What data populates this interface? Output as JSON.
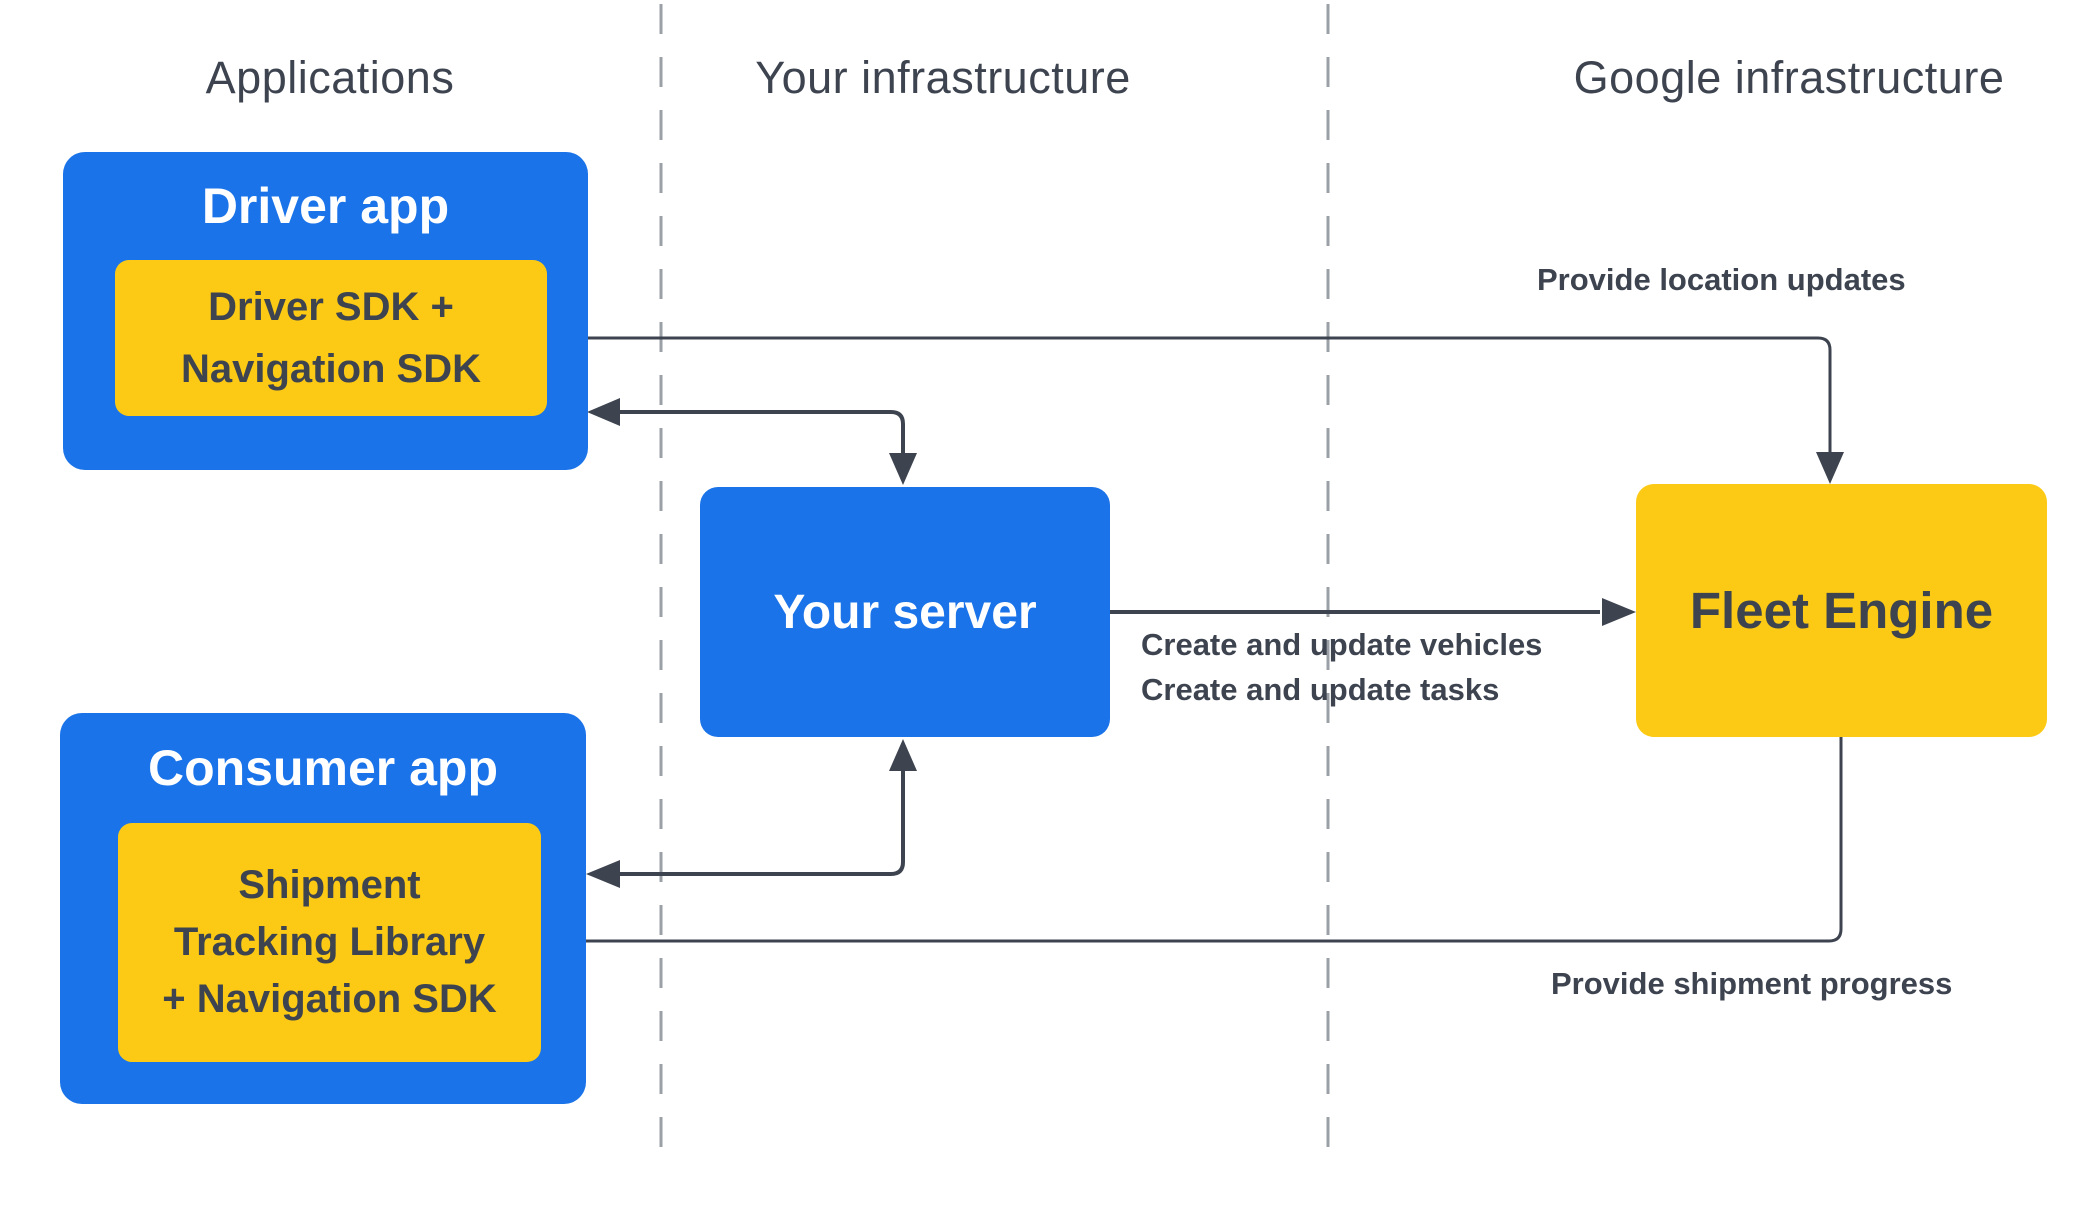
{
  "colors": {
    "blue": "#1a73e8",
    "yellow": "#fcca14",
    "dark": "#3d4450",
    "dashed_line": "#9aa0a6",
    "white": "#ffffff",
    "background": "#ffffff"
  },
  "columns": {
    "applications": "Applications",
    "your_infrastructure": "Your infrastructure",
    "google_infrastructure": "Google infrastructure"
  },
  "nodes": {
    "driver_app": {
      "title": "Driver app",
      "sdk_line1": "Driver SDK +",
      "sdk_line2": "Navigation SDK"
    },
    "consumer_app": {
      "title": "Consumer app",
      "sdk_line1": "Shipment",
      "sdk_line2": "Tracking Library",
      "sdk_line3": "+ Navigation SDK"
    },
    "your_server": {
      "title": "Your server"
    },
    "fleet_engine": {
      "title": "Fleet Engine"
    }
  },
  "edges": {
    "provide_location_updates": "Provide location updates",
    "create_update_vehicles": "Create and update vehicles",
    "create_update_tasks": "Create and update tasks",
    "provide_shipment_progress": "Provide shipment progress"
  }
}
